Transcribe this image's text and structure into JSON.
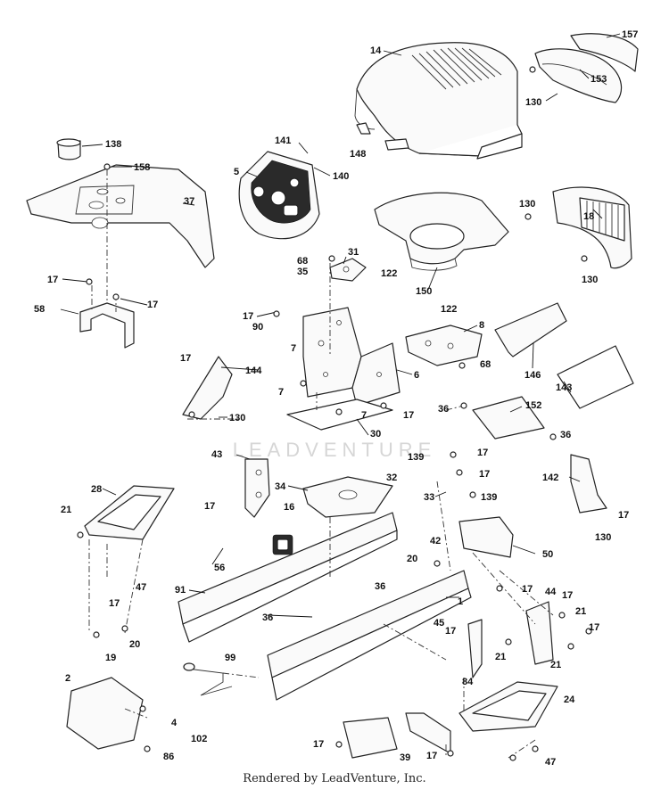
{
  "diagram": {
    "watermark": "LEADVENTURE",
    "footer": "Rendered by LeadVenture, Inc.",
    "callouts": [
      {
        "id": "c14",
        "label": "14"
      },
      {
        "id": "c157",
        "label": "157"
      },
      {
        "id": "c153",
        "label": "153"
      },
      {
        "id": "c130a",
        "label": "130"
      },
      {
        "id": "c138",
        "label": "138"
      },
      {
        "id": "c158",
        "label": "158"
      },
      {
        "id": "c141",
        "label": "141"
      },
      {
        "id": "c5",
        "label": "5"
      },
      {
        "id": "c140",
        "label": "140"
      },
      {
        "id": "c148",
        "label": "148"
      },
      {
        "id": "c37",
        "label": "37"
      },
      {
        "id": "c130b",
        "label": "130"
      },
      {
        "id": "c18",
        "label": "18"
      },
      {
        "id": "c130c",
        "label": "130"
      },
      {
        "id": "c68a",
        "label": "68"
      },
      {
        "id": "c35",
        "label": "35"
      },
      {
        "id": "c31",
        "label": "31"
      },
      {
        "id": "c122a",
        "label": "122"
      },
      {
        "id": "c150",
        "label": "150"
      },
      {
        "id": "c122b",
        "label": "122"
      },
      {
        "id": "c17a",
        "label": "17"
      },
      {
        "id": "c17b",
        "label": "17"
      },
      {
        "id": "c58",
        "label": "58"
      },
      {
        "id": "c17c",
        "label": "17"
      },
      {
        "id": "c90",
        "label": "90"
      },
      {
        "id": "c8",
        "label": "8"
      },
      {
        "id": "c7a",
        "label": "7"
      },
      {
        "id": "c68b",
        "label": "68"
      },
      {
        "id": "c146",
        "label": "146"
      },
      {
        "id": "c17d",
        "label": "17"
      },
      {
        "id": "c144",
        "label": "144"
      },
      {
        "id": "c6",
        "label": "6"
      },
      {
        "id": "c7b",
        "label": "7"
      },
      {
        "id": "c143",
        "label": "143"
      },
      {
        "id": "c17e",
        "label": "17"
      },
      {
        "id": "c130d",
        "label": "130"
      },
      {
        "id": "c7c",
        "label": "7"
      },
      {
        "id": "c36a",
        "label": "36"
      },
      {
        "id": "c152",
        "label": "152"
      },
      {
        "id": "c30",
        "label": "30"
      },
      {
        "id": "c36b",
        "label": "36"
      },
      {
        "id": "c17f",
        "label": "17"
      },
      {
        "id": "c139a",
        "label": "139"
      },
      {
        "id": "c43",
        "label": "43"
      },
      {
        "id": "c17g",
        "label": "17"
      },
      {
        "id": "c32",
        "label": "32"
      },
      {
        "id": "c142",
        "label": "142"
      },
      {
        "id": "c28",
        "label": "28"
      },
      {
        "id": "c34",
        "label": "34"
      },
      {
        "id": "c33",
        "label": "33"
      },
      {
        "id": "c139b",
        "label": "139"
      },
      {
        "id": "c17h",
        "label": "17"
      },
      {
        "id": "c21a",
        "label": "21"
      },
      {
        "id": "c17i",
        "label": "17"
      },
      {
        "id": "c16",
        "label": "16"
      },
      {
        "id": "c130e",
        "label": "130"
      },
      {
        "id": "c42",
        "label": "42"
      },
      {
        "id": "c50",
        "label": "50"
      },
      {
        "id": "c56",
        "label": "56"
      },
      {
        "id": "c47a",
        "label": "47"
      },
      {
        "id": "c20a",
        "label": "20"
      },
      {
        "id": "c91",
        "label": "91"
      },
      {
        "id": "c36c",
        "label": "36"
      },
      {
        "id": "c17j",
        "label": "17"
      },
      {
        "id": "c44",
        "label": "44"
      },
      {
        "id": "c17k",
        "label": "17"
      },
      {
        "id": "c17l",
        "label": "17"
      },
      {
        "id": "c1",
        "label": "1"
      },
      {
        "id": "c21b",
        "label": "21"
      },
      {
        "id": "c36d",
        "label": "36"
      },
      {
        "id": "c45",
        "label": "45"
      },
      {
        "id": "c17m",
        "label": "17"
      },
      {
        "id": "c17n",
        "label": "17"
      },
      {
        "id": "c20b",
        "label": "20"
      },
      {
        "id": "c19",
        "label": "19"
      },
      {
        "id": "c21c",
        "label": "21"
      },
      {
        "id": "c21d",
        "label": "21"
      },
      {
        "id": "c99",
        "label": "99"
      },
      {
        "id": "c84",
        "label": "84"
      },
      {
        "id": "c2",
        "label": "2"
      },
      {
        "id": "c24",
        "label": "24"
      },
      {
        "id": "c4",
        "label": "4"
      },
      {
        "id": "c102",
        "label": "102"
      },
      {
        "id": "c17o",
        "label": "17"
      },
      {
        "id": "c39",
        "label": "39"
      },
      {
        "id": "c17p",
        "label": "17"
      },
      {
        "id": "c86",
        "label": "86"
      },
      {
        "id": "c47b",
        "label": "47"
      }
    ]
  }
}
